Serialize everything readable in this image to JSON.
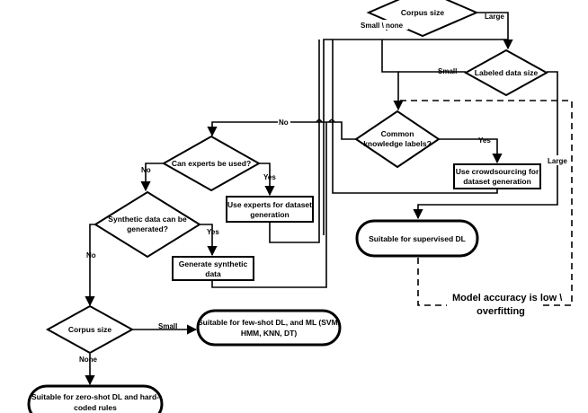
{
  "nodes": {
    "corpus_size_top": "Corpus size",
    "labeled_data_size": "Labeled data size",
    "common_knowledge_l1": "Common",
    "common_knowledge_l2": "knowledge labels?",
    "crowdsourcing_l1": "Use crowdsourcing for",
    "crowdsourcing_l2": "dataset generation",
    "supervised_dl": "Suitable for supervised DL",
    "model_accuracy_l1": "Model accuracy is low \\",
    "model_accuracy_l2": "overfitting",
    "experts_q": "Can experts be used?",
    "experts_box_l1": "Use experts for dataset",
    "experts_box_l2": "generation",
    "synthetic_q_l1": "Synthetic data can be",
    "synthetic_q_l2": "generated?",
    "synthetic_box_l1": "Generate synthetic",
    "synthetic_box_l2": "data",
    "corpus_size_bottom": "Corpus size",
    "few_shot_l1": "Suitable for few-shot DL, and ML (SVM,",
    "few_shot_l2": "HMM, KNN, DT)",
    "zero_shot_l1": "Suitable for zero-shot DL and hard-",
    "zero_shot_l2": "coded rules"
  },
  "edges": {
    "small_none": "Small \\ none",
    "large_top": "Large",
    "small_labeled": "Small",
    "large_labeled": "Large",
    "yes_common": "Yes",
    "no_common": "No",
    "no_experts": "No",
    "yes_experts": "Yes",
    "no_synthetic": "No",
    "yes_synthetic": "Yes",
    "small_bottom": "Small",
    "none_bottom": "None"
  }
}
